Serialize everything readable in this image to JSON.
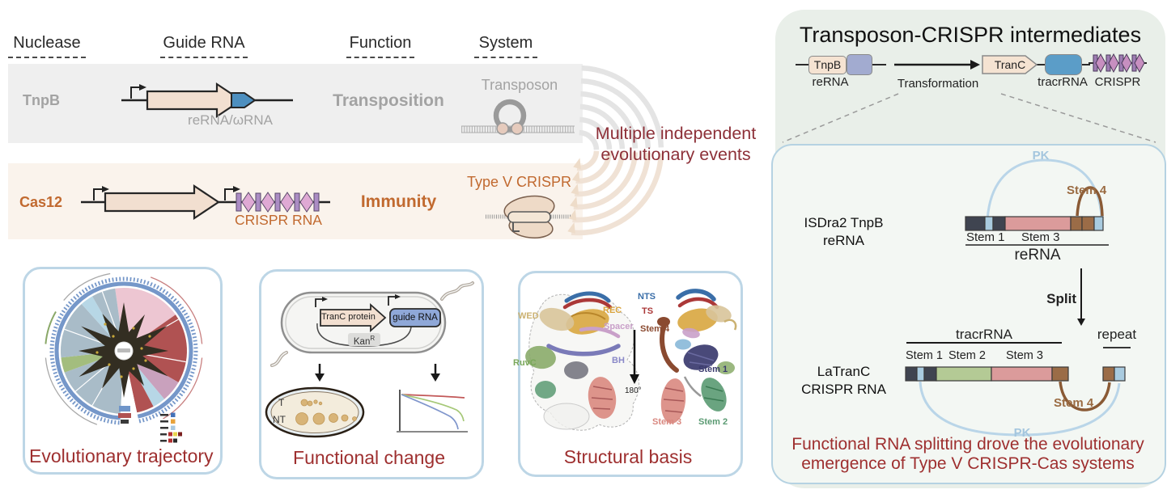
{
  "table": {
    "headers": [
      "Nuclease",
      "Guide RNA",
      "Function",
      "System"
    ],
    "rows": [
      {
        "nuclease": "TnpB",
        "rna_label": "reRNA/ωRNA",
        "function": "Transposition",
        "system": "Transposon"
      },
      {
        "nuclease": "Cas12",
        "rna_label": "CRISPR RNA",
        "function": "Immunity",
        "system": "Type V CRISPR"
      }
    ]
  },
  "center_annotation": {
    "line1": "Multiple independent",
    "line2": "evolutionary events"
  },
  "right_panel": {
    "title": "Transposon-CRISPR intermediates",
    "diagram": {
      "tnpb": "TnpB",
      "rerna": "reRNA",
      "transformation": "Transformation",
      "tranc": "TranC",
      "tracrrna": "tracrRNA",
      "crispr": "CRISPR"
    },
    "inner": {
      "rerna_construct": {
        "name_line1": "ISDra2 TnpB",
        "name_line2": "reRNA",
        "pk": "PK",
        "stem4": "Stem 4",
        "stem1": "Stem 1",
        "stem3": "Stem 3",
        "bar_label": "reRNA"
      },
      "split": "Split",
      "crrna_construct": {
        "name_line1": "LaTranC",
        "name_line2": "CRISPR RNA",
        "tracrrna": "tracrRNA",
        "repeat": "repeat",
        "stem1": "Stem 1",
        "stem2": "Stem 2",
        "stem3": "Stem 3",
        "stem4": "Stem 4",
        "pk": "PK"
      },
      "conclusion_line1": "Functional RNA splitting drove the evolutionary",
      "conclusion_line2": "emergence of Type V CRISPR-Cas systems"
    }
  },
  "panels": {
    "evolutionary": {
      "caption": "Evolutionary trajectory"
    },
    "functional": {
      "caption": "Functional change",
      "tranc_protein": "TranC protein",
      "guide_rna": "guide RNA",
      "kan": "Kan",
      "kan_sup": "R",
      "t": "T",
      "nt": "NT"
    },
    "structural": {
      "caption": "Structural basis",
      "wed": "WED",
      "rec": "REC",
      "spacer": "Spacer",
      "bh": "BH",
      "ruvc": "RuvC",
      "nts": "NTS",
      "ts": "TS",
      "stem4": "Stem 4",
      "stem1": "Stem 1",
      "stem3": "Stem 3",
      "stem2": "Stem 2",
      "rotation": "180°"
    }
  },
  "colors": {
    "accent_red": "#8d3038",
    "caption_red": "#9e2f2f",
    "orange_text": "#c1692f",
    "gray_text": "#a3a3a3",
    "row1_bg": "#efefef",
    "row2_bg": "#faf3ec",
    "gene_cream": "#f2dfd0",
    "gene_blue_tip": "#4d8fbf",
    "outer_panel_bg": "#e9efe9",
    "inner_border": "#b5d2e2",
    "panel_border": "#bdd6e6",
    "bar_dark": "#3f4450",
    "bar_blue": "#a9cbdf",
    "bar_pink": "#db9b9b",
    "bar_brown": "#9b6c47",
    "bar_green": "#b4ca95",
    "pk_blue": "#a4c6de",
    "stem4_brown": "#9a6b42",
    "tracr_blue": "#5b9dc8",
    "periwinkle": "#a2abd0",
    "crispr_purple": "#9d7cb2",
    "crispr_pink": "#c78fc0"
  }
}
